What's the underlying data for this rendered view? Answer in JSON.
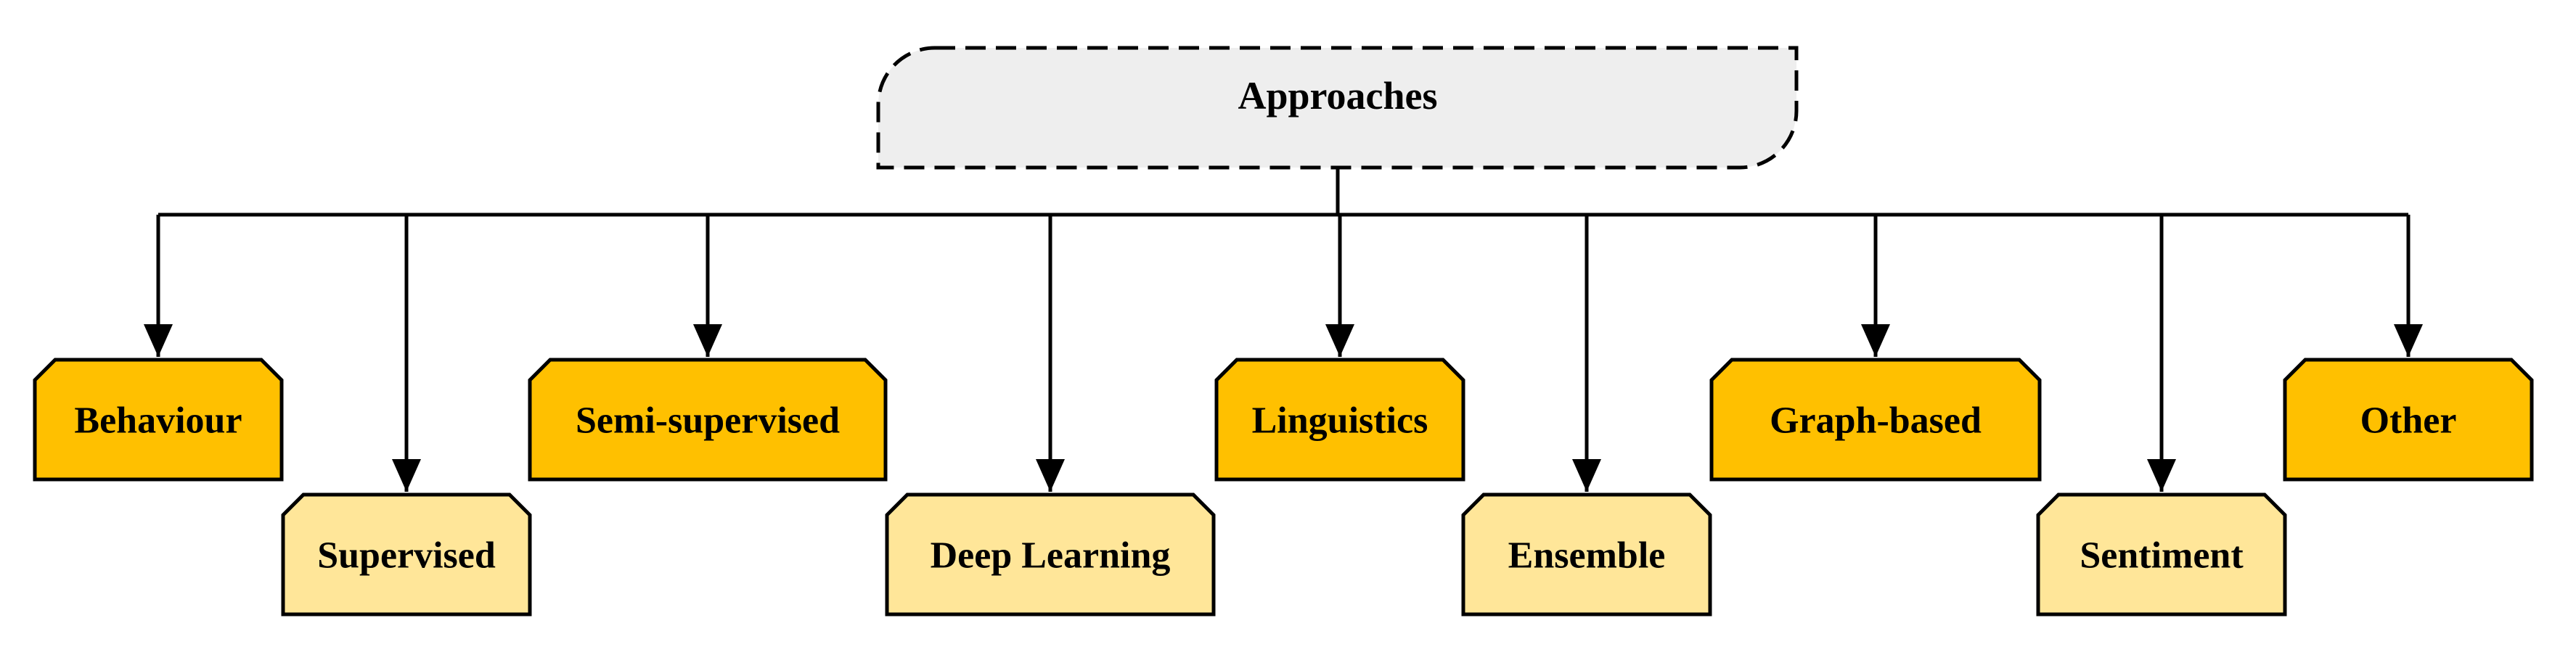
{
  "root": {
    "label": "Approaches",
    "fill": "#eeeeee",
    "border_style": "dashed"
  },
  "categories": [
    {
      "label": "Behaviour",
      "tier": "upper",
      "fill": "#ffc000"
    },
    {
      "label": "Supervised",
      "tier": "lower",
      "fill": "#ffe699"
    },
    {
      "label": "Semi-supervised",
      "tier": "upper",
      "fill": "#ffc000"
    },
    {
      "label": "Deep Learning",
      "tier": "lower",
      "fill": "#ffe699"
    },
    {
      "label": "Linguistics",
      "tier": "upper",
      "fill": "#ffc000"
    },
    {
      "label": "Ensemble",
      "tier": "lower",
      "fill": "#ffe699"
    },
    {
      "label": "Graph-based",
      "tier": "upper",
      "fill": "#ffc000"
    },
    {
      "label": "Sentiment",
      "tier": "lower",
      "fill": "#ffe699"
    },
    {
      "label": "Other",
      "tier": "upper",
      "fill": "#ffc000"
    }
  ],
  "colors": {
    "stroke": "#000000",
    "upper_fill": "#ffc000",
    "lower_fill": "#ffe699",
    "root_fill": "#eeeeee"
  }
}
